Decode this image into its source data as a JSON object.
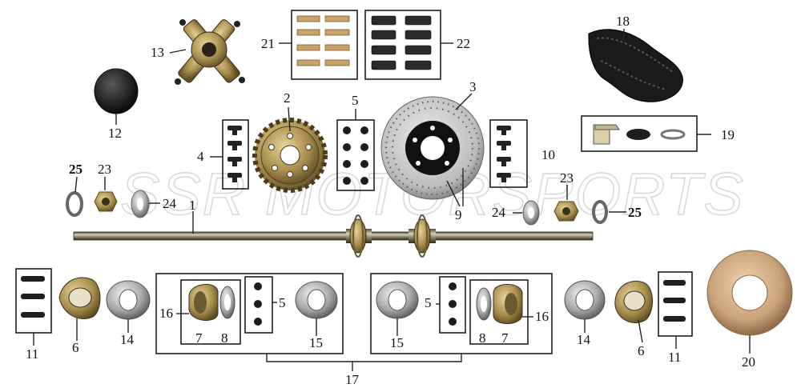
{
  "watermark": "SSR MOTORSPORTS",
  "callouts": {
    "c1": "1",
    "c2": "2",
    "c3": "3",
    "c4": "4",
    "c5a": "5",
    "c5b": "5",
    "c5c": "5",
    "c6a": "6",
    "c6b": "6",
    "c7a": "7",
    "c7b": "7",
    "c8a": "8",
    "c8b": "8",
    "c9": "9",
    "c10": "10",
    "c11a": "11",
    "c11b": "11",
    "c12": "12",
    "c13": "13",
    "c14a": "14",
    "c14b": "14",
    "c15a": "15",
    "c15b": "15",
    "c16a": "16",
    "c16b": "16",
    "c17": "17",
    "c18": "18",
    "c19": "19",
    "c20": "20",
    "c21": "21",
    "c22": "22",
    "c23a": "23",
    "c23b": "23",
    "c24a": "24",
    "c24b": "24",
    "c25a": "25",
    "c25b": "25"
  },
  "icons": [
    "axle-shaft-icon",
    "sprocket-icon",
    "brake-disc-icon",
    "hub-icon",
    "chain-icon",
    "bearing-icon",
    "washer-icon",
    "castle-nut-icon",
    "bolt-icon",
    "cap-icon"
  ]
}
